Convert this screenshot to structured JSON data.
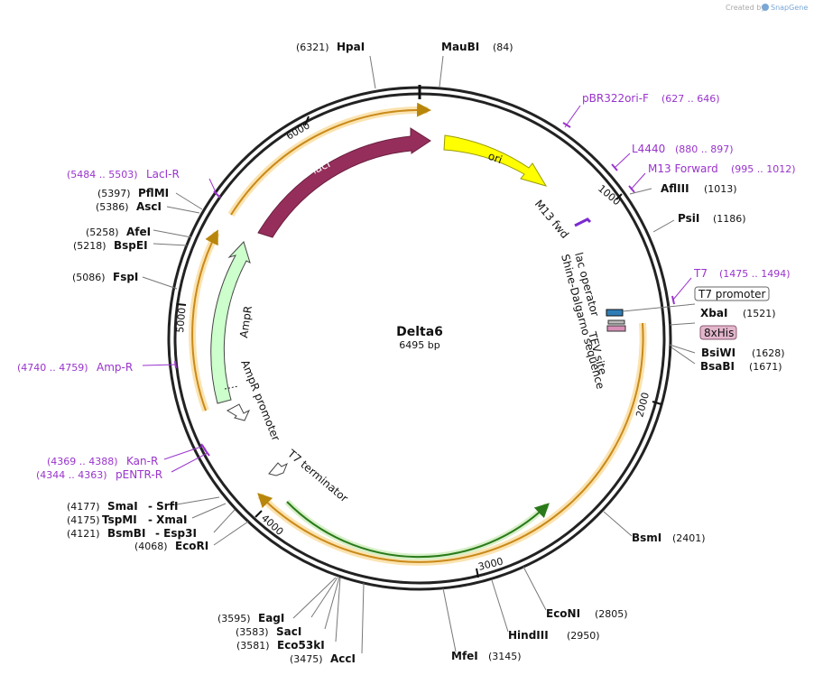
{
  "watermark": "Created by",
  "brand": "SnapGene",
  "plasmid": {
    "name": "Delta6",
    "length_label": "6495 bp",
    "length": 6495
  },
  "ticks": [
    "1000",
    "2000",
    "3000",
    "4000",
    "5000",
    "6000"
  ],
  "features": [
    {
      "id": "lacI",
      "label": "lacI",
      "color": "#962e5c"
    },
    {
      "id": "ori",
      "label": "ori",
      "color": "#ffff00"
    },
    {
      "id": "AmpR",
      "label": "AmpR",
      "color": "#ccffcc"
    },
    {
      "id": "AmpR-promoter",
      "label": "AmpR promoter"
    },
    {
      "id": "T7-terminator",
      "label": "T7 terminator"
    },
    {
      "id": "M13-fwd",
      "label": "M13 fwd"
    },
    {
      "id": "lac-operator",
      "label": "lac operator"
    },
    {
      "id": "shine-dalgarno",
      "label": "Shine-Dalgarno sequence"
    },
    {
      "id": "TEV-site",
      "label": "TEV site"
    }
  ],
  "boxed_labels": [
    {
      "id": "t7-promoter",
      "label": "T7 promoter"
    },
    {
      "id": "8xhis",
      "label": "8xHis"
    }
  ],
  "primers": [
    {
      "id": "pbr322ori-f",
      "name": "pBR322ori-F",
      "range": "(627 .. 646)"
    },
    {
      "id": "l4440",
      "name": "L4440",
      "range": "(880 .. 897)"
    },
    {
      "id": "m13-forward",
      "name": "M13 Forward",
      "range": "(995 .. 1012)"
    },
    {
      "id": "t7",
      "name": "T7",
      "range": "(1475 .. 1494)"
    },
    {
      "id": "laci-r",
      "name": "LacI-R",
      "range": "(5484 .. 5503)"
    },
    {
      "id": "amp-r",
      "name": "Amp-R",
      "range": "(4740 .. 4759)"
    },
    {
      "id": "kan-r",
      "name": "Kan-R",
      "range": "(4369 .. 4388)"
    },
    {
      "id": "pentr-r",
      "name": "pENTR-R",
      "range": "(4344 .. 4363)"
    }
  ],
  "enzymes": [
    {
      "id": "hpai",
      "name": "HpaI",
      "pos": "(6321)"
    },
    {
      "id": "mauBI",
      "name": "MauBI",
      "pos": "(84)"
    },
    {
      "id": "aflIII",
      "name": "AflIII",
      "pos": "(1013)"
    },
    {
      "id": "psti",
      "name": "PsiI",
      "pos": "(1186)"
    },
    {
      "id": "xbai",
      "name": "XbaI",
      "pos": "(1521)"
    },
    {
      "id": "bsiwi",
      "name": "BsiWI",
      "pos": "(1628)"
    },
    {
      "id": "bsabi",
      "name": "BsaBI",
      "pos": "(1671)"
    },
    {
      "id": "bsmi",
      "name": "BsmI",
      "pos": "(2401)"
    },
    {
      "id": "econi",
      "name": "EcoNI",
      "pos": "(2805)"
    },
    {
      "id": "hindiii",
      "name": "HindIII",
      "pos": "(2950)"
    },
    {
      "id": "mfei",
      "name": "MfeI",
      "pos": "(3145)"
    },
    {
      "id": "acci",
      "name": "AccI",
      "pos": "(3475)"
    },
    {
      "id": "eco53ki",
      "name": "Eco53kI",
      "pos": "(3581)"
    },
    {
      "id": "saci",
      "name": "SacI",
      "pos": "(3583)"
    },
    {
      "id": "eagi",
      "name": "EagI",
      "pos": "(3595)"
    },
    {
      "id": "ecori",
      "name": "EcoRI",
      "pos": "(4068)"
    },
    {
      "id": "bsmbi",
      "name": "BsmBI",
      "pos": "(4121)",
      "alt": "- Esp3I"
    },
    {
      "id": "tspmi",
      "name": "TspMI",
      "pos": "(4175)",
      "alt": "- XmaI"
    },
    {
      "id": "smai",
      "name": "SmaI",
      "pos": "(4177)",
      "alt": "- SrfI"
    },
    {
      "id": "fspi",
      "name": "FspI",
      "pos": "(5086)"
    },
    {
      "id": "bspei",
      "name": "BspEI",
      "pos": "(5218)"
    },
    {
      "id": "afei",
      "name": "AfeI",
      "pos": "(5258)"
    },
    {
      "id": "asci",
      "name": "AscI",
      "pos": "(5386)"
    },
    {
      "id": "pflmi",
      "name": "PflMI",
      "pos": "(5397)"
    }
  ]
}
